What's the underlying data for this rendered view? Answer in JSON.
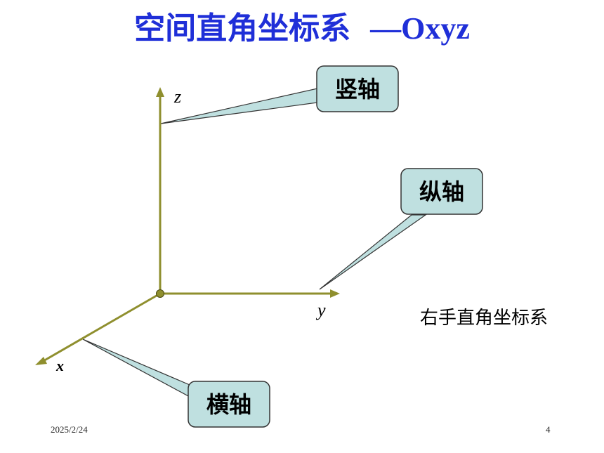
{
  "slide": {
    "title_cn": "空间直角坐标系",
    "title_latin": "—Oxyz",
    "caption": "右手直角坐标系",
    "date": "2025/2/24",
    "page_number": "4"
  },
  "axes": {
    "z_label": "z",
    "y_label": "y",
    "x_label": "x"
  },
  "callouts": {
    "vertical_axis": "竖轴",
    "longitudinal_axis": "纵轴",
    "horizontal_axis": "横轴"
  },
  "colors": {
    "title": "#1f2fd8",
    "axis": "#8f8f2e",
    "callout_fill": "#bfe0e0",
    "callout_stroke": "#333333"
  }
}
